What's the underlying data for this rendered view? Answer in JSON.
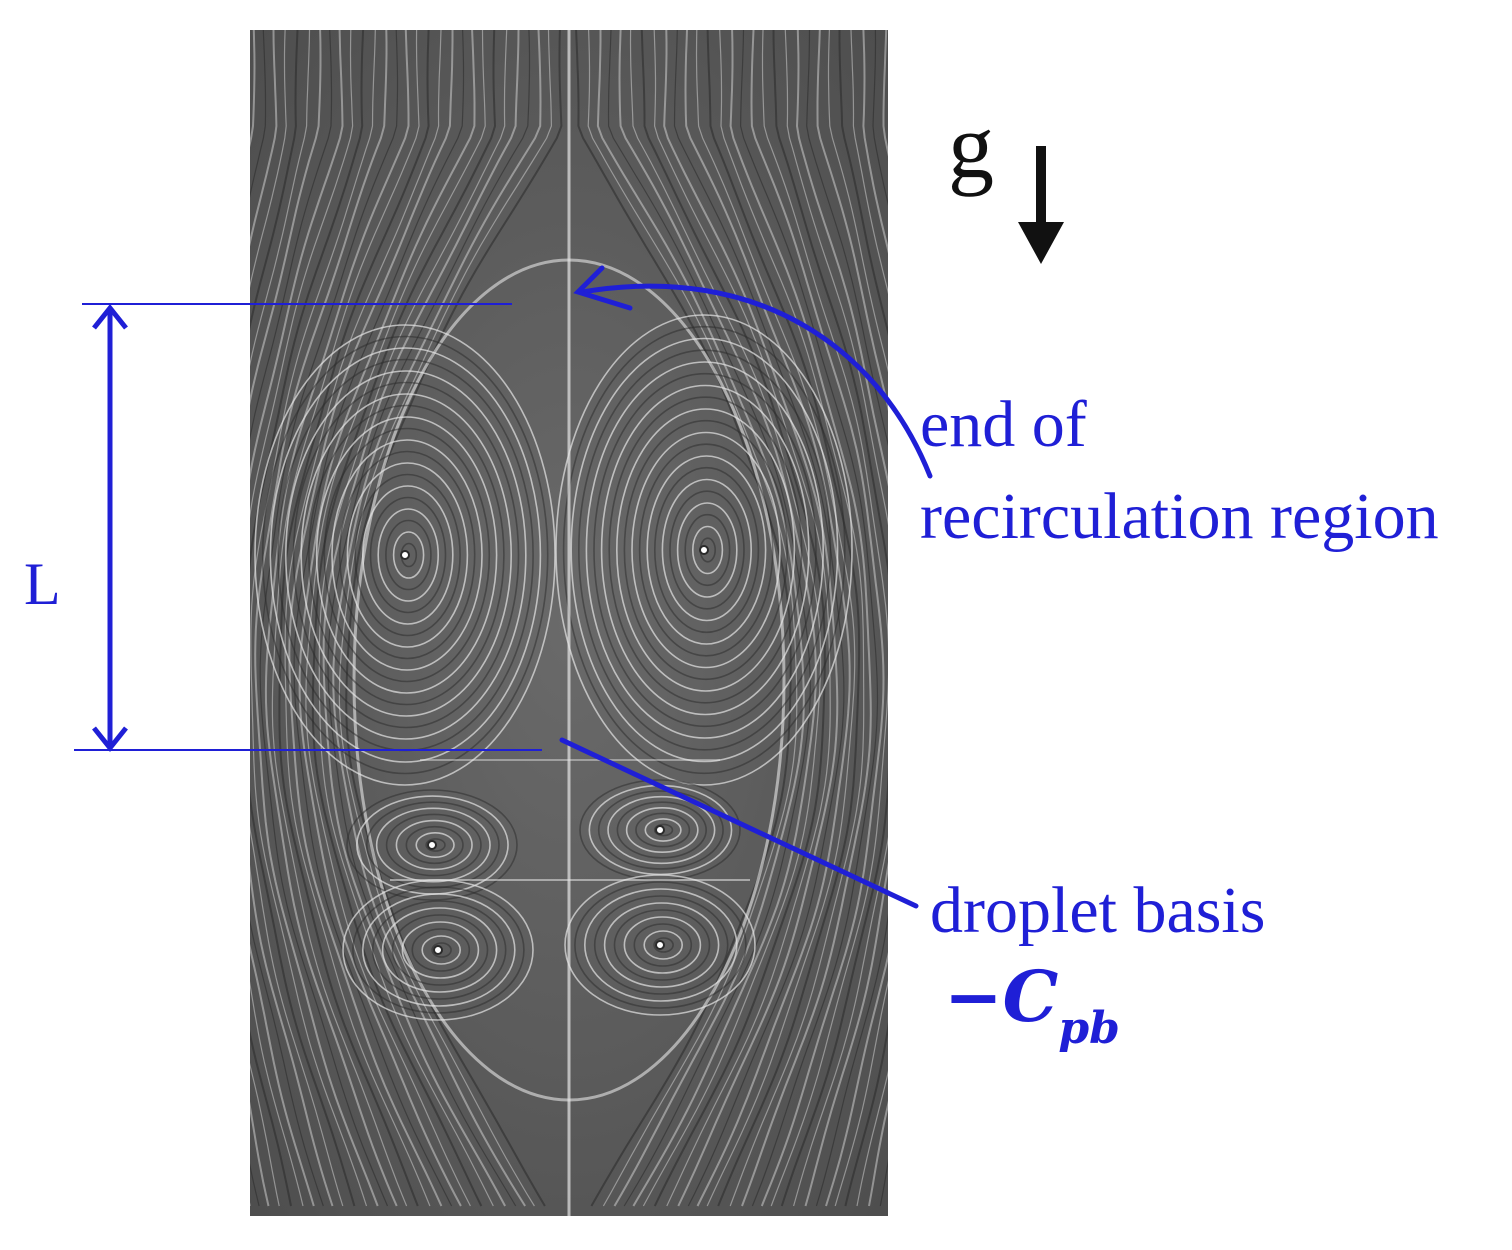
{
  "labels": {
    "gravity": "g",
    "length": "L",
    "end_line1": "end of",
    "end_line2": "recirculation region",
    "droplet": "droplet basis",
    "cp_minus": "−",
    "cp_main": "C",
    "cp_sub": "pb"
  },
  "colors": {
    "annotation": "#1f1fd6",
    "arrow_gravity": "#111111",
    "flow_background": "#5e5e5e",
    "streamline_light": "#e6e6e6",
    "streamline_dark": "#2a2a2a"
  },
  "icons": {
    "gravity_arrow": "arrow-down-icon",
    "length_arrow": "double-arrow-vertical-icon"
  }
}
